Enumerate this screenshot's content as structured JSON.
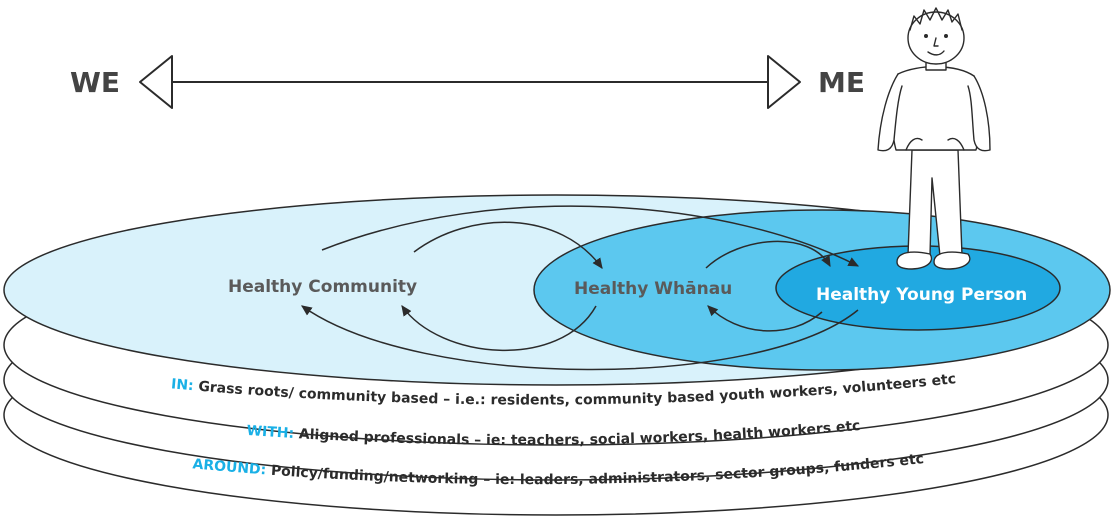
{
  "axis": {
    "left_label": "WE",
    "right_label": "ME"
  },
  "nodes": {
    "community": "Healthy Community",
    "whanau": "Healthy Whānau",
    "young_person": "Healthy Young Person"
  },
  "layers": [
    {
      "key": "IN:",
      "text": " Grass roots/ community based – i.e.: residents, community based youth workers, volunteers etc"
    },
    {
      "key": "WITH:",
      "text": " Aligned professionals – ie: teachers, social workers, health workers etc"
    },
    {
      "key": "AROUND:",
      "text": " Policy/funding/networking – ie: leaders, administrators, sector groups, funders etc"
    }
  ],
  "colors": {
    "outer_disc": "#d9f2fb",
    "whanau_disc": "#5cc8ef",
    "young_person_disc": "#21a9e1",
    "layer_key": "#1ab0e6",
    "outline": "#2b2b2b"
  },
  "illustration": "person-standing-icon"
}
